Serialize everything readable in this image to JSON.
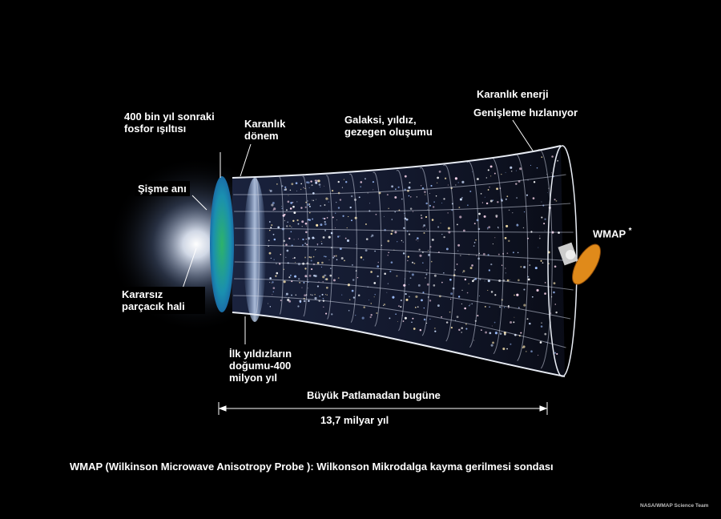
{
  "labels": {
    "afterglow": [
      "400 bin yıl sonraki",
      "fosfor ışıltısı"
    ],
    "dark_ages": [
      "Karanlık",
      "dönem"
    ],
    "galaxy_formation": [
      "Galaksi, yıldız,",
      "gezegen oluşumu"
    ],
    "dark_energy": "Karanlık enerji",
    "expansion": "Genişleme hızlanıyor",
    "inflation": "Şişme anı",
    "quantum": [
      "Kararsız",
      "parçacık hali"
    ],
    "first_stars": [
      "İlk yıldızların",
      "doğumu-400",
      "milyon yıl"
    ],
    "wmap": "WMAP",
    "wmap_mark": "*",
    "timeline_title": "Büyük Patlamadan bugüne",
    "timeline_value": "13,7 milyar yıl"
  },
  "footer": "WMAP (Wilkinson Microwave Anisotropy Probe ): Wilkonson Mikrodalga kayma gerilmesi sondası",
  "credit": "NASA/WMAP Science Team",
  "colors": {
    "background": "#000000",
    "text": "#ffffff",
    "cmb": "#1aa39a",
    "satellite": "#e08a1a"
  }
}
